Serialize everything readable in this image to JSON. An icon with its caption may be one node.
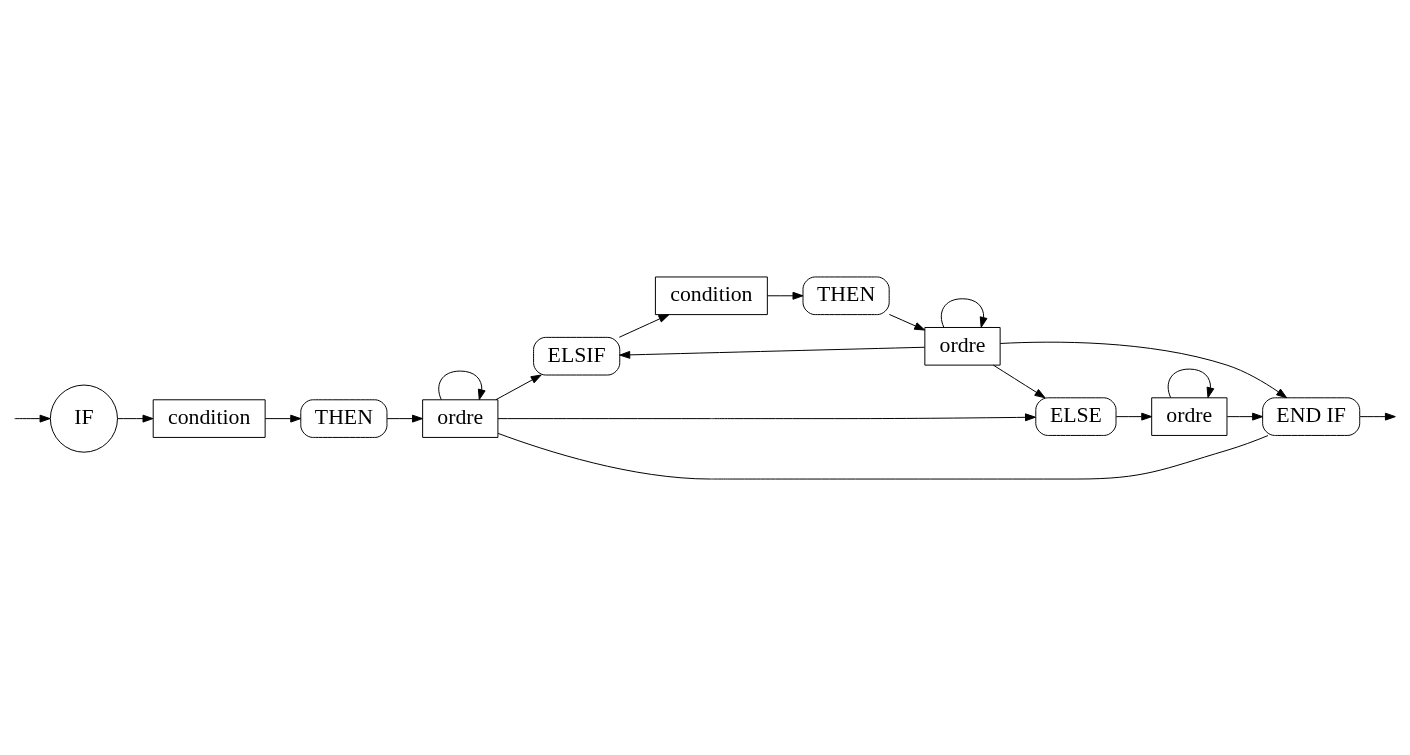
{
  "diagram": {
    "nodes": [
      {
        "text": [
          "IF"
        ]
      },
      {
        "text": [
          "condition"
        ]
      },
      {
        "text": [
          "THEN"
        ]
      },
      {
        "text": [
          "ordre"
        ]
      },
      {
        "text": [
          "ELSIF"
        ]
      },
      {
        "text": [
          "condition"
        ]
      },
      {
        "text": [
          "THEN"
        ]
      },
      {
        "text": [
          "ordre"
        ]
      },
      {
        "text": [
          "ELSE"
        ]
      },
      {
        "text": [
          "ordre"
        ]
      },
      {
        "text": [
          "END IF"
        ]
      }
    ],
    "edges": [
      {
        "from": null,
        "to": 0,
        "arrow": "to"
      },
      {
        "from": 0,
        "to": 1,
        "arrow": "to"
      },
      {
        "from": 1,
        "to": 2,
        "arrow": "to"
      },
      {
        "from": 2,
        "to": 3,
        "arrow": "to"
      },
      {
        "from": 3,
        "to": 3,
        "arrow": "to"
      },
      {
        "from": 3,
        "to": 4,
        "arrow": "to"
      },
      {
        "from": 3,
        "to": 8,
        "arrow": "to"
      },
      {
        "from": 3,
        "to": 10,
        "arrow": "none"
      },
      {
        "from": 4,
        "to": 5,
        "arrow": "to"
      },
      {
        "from": 5,
        "to": 6,
        "arrow": "to"
      },
      {
        "from": 6,
        "to": 7,
        "arrow": "to"
      },
      {
        "from": 7,
        "to": 7,
        "arrow": "to"
      },
      {
        "from": 7,
        "to": 4,
        "arrow": "to"
      },
      {
        "from": 7,
        "to": 8,
        "arrow": "to"
      },
      {
        "from": 7,
        "to": 10,
        "arrow": "to"
      },
      {
        "from": 8,
        "to": 9,
        "arrow": "to"
      },
      {
        "from": 9,
        "to": 9,
        "arrow": "to"
      },
      {
        "from": 9,
        "to": 10,
        "arrow": "to"
      },
      {
        "from": 10,
        "to": null,
        "arrow": "to"
      }
    ]
  }
}
